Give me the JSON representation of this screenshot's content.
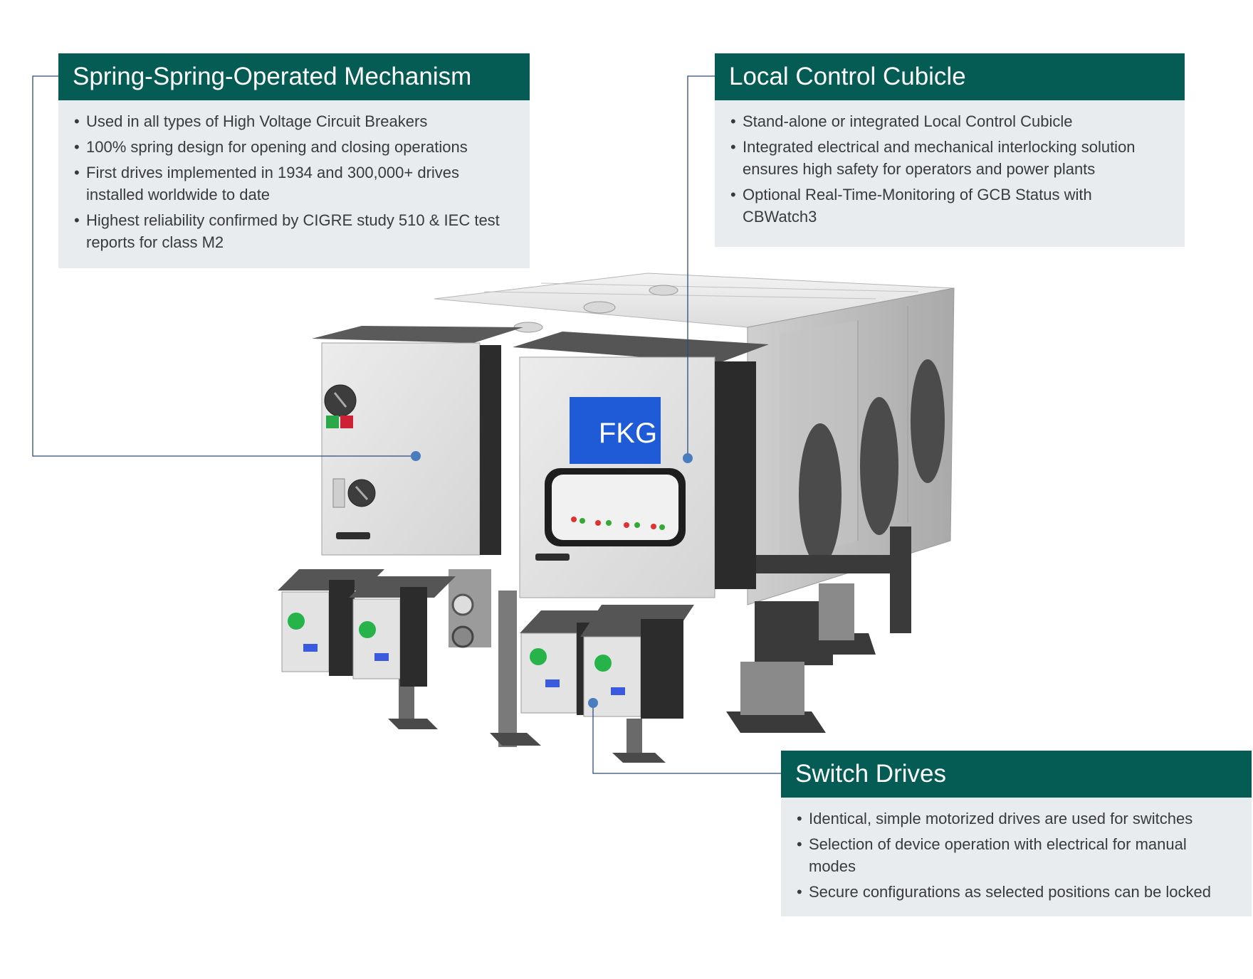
{
  "callouts": {
    "spring": {
      "title": "Spring-Spring-Operated Mechanism",
      "items": [
        "Used in all types of High Voltage Circuit Breakers",
        "100% spring design for opening and closing operations",
        "First drives implemented in 1934 and 300,000+ drives installed worldwide to date",
        "Highest reliability confirmed by CIGRE study 510 & IEC test reports for class M2"
      ]
    },
    "lcc": {
      "title": "Local Control Cubicle",
      "items": [
        "Stand-alone or integrated Local Control Cubicle",
        "Integrated electrical and mechanical interlocking solution ensures high safety for operators and power plants",
        "Optional Real-Time-Monitoring of GCB Status with CBWatch3"
      ]
    },
    "switch": {
      "title": "Switch Drives",
      "items": [
        "Identical, simple motorized drives are used for switches",
        "Selection of device operation with electrical for manual modes",
        "Secure configurations as selected positions can be locked"
      ]
    }
  },
  "equipment": {
    "logo_text": "FKG",
    "theme_color": "#045c55",
    "leader_color": "#2e4a7a",
    "marker_color": "#4a7cc0"
  }
}
